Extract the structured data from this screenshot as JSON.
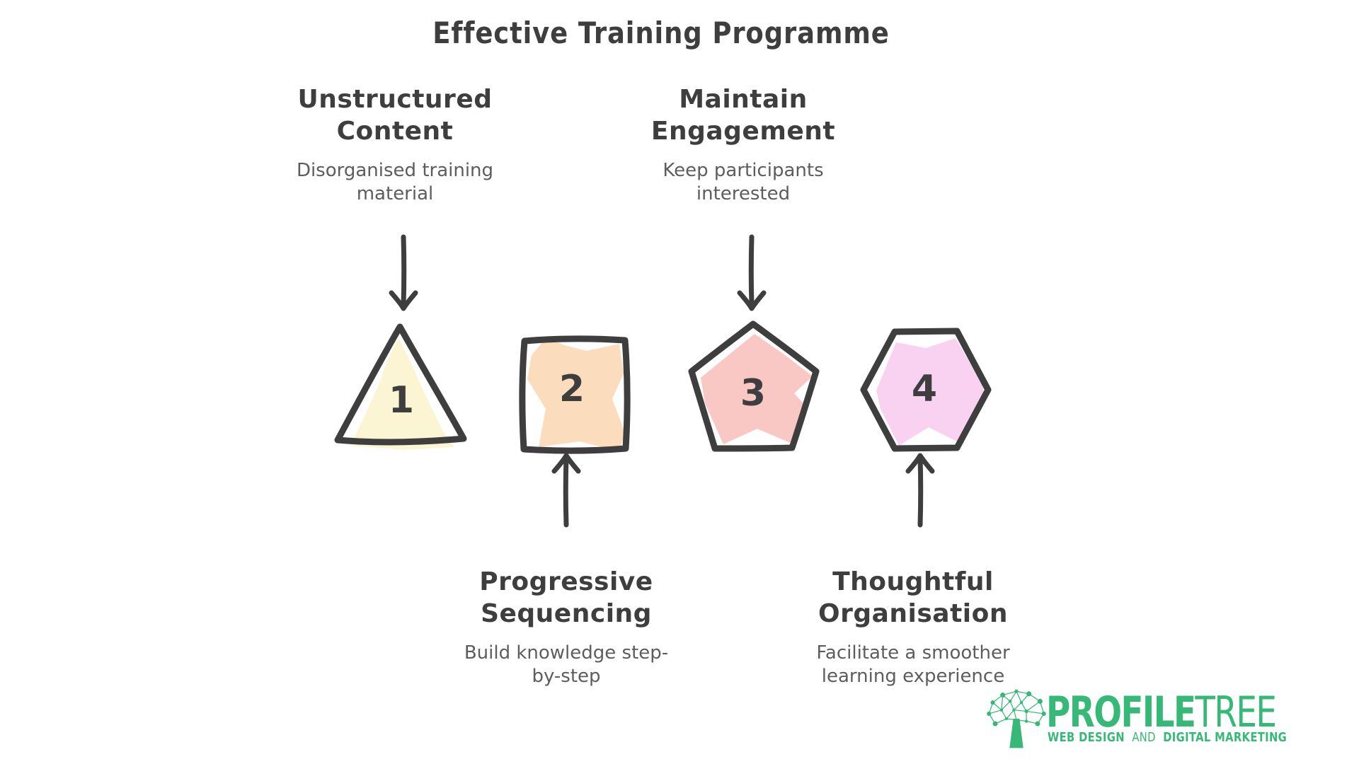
{
  "colors": {
    "background": "#ffffff",
    "ink": "#3e3e3e",
    "subtext": "#5d5d5d",
    "brand_green": "#36b877"
  },
  "title": "Effective Training Programme",
  "steps": [
    {
      "number": "1",
      "heading": "Unstructured\nContent",
      "description": "Disorganised training\nmaterial",
      "shape": "triangle",
      "fill": "#fcf5d3",
      "arrow_direction": "down",
      "label_position": "top"
    },
    {
      "number": "2",
      "heading": "Progressive\nSequencing",
      "description": "Build knowledge step-\nby-step",
      "shape": "square",
      "fill": "#fbdcbc",
      "arrow_direction": "up",
      "label_position": "bottom"
    },
    {
      "number": "3",
      "heading": "Maintain\nEngagement",
      "description": "Keep participants\ninterested",
      "shape": "pentagon",
      "fill": "#f9c7c4",
      "arrow_direction": "down",
      "label_position": "top"
    },
    {
      "number": "4",
      "heading": "Thoughtful\nOrganisation",
      "description": "Facilitate a smoother\nlearning experience",
      "shape": "hexagon",
      "fill": "#f9d1f1",
      "arrow_direction": "up",
      "label_position": "bottom"
    }
  ],
  "logo": {
    "icon": "tree-network-icon",
    "brand_bold": "PROFILE",
    "brand_light": "TREE",
    "tagline_part1": "WEB DESIGN",
    "tagline_part2": "AND",
    "tagline_part3": "DIGITAL MARKETING"
  }
}
